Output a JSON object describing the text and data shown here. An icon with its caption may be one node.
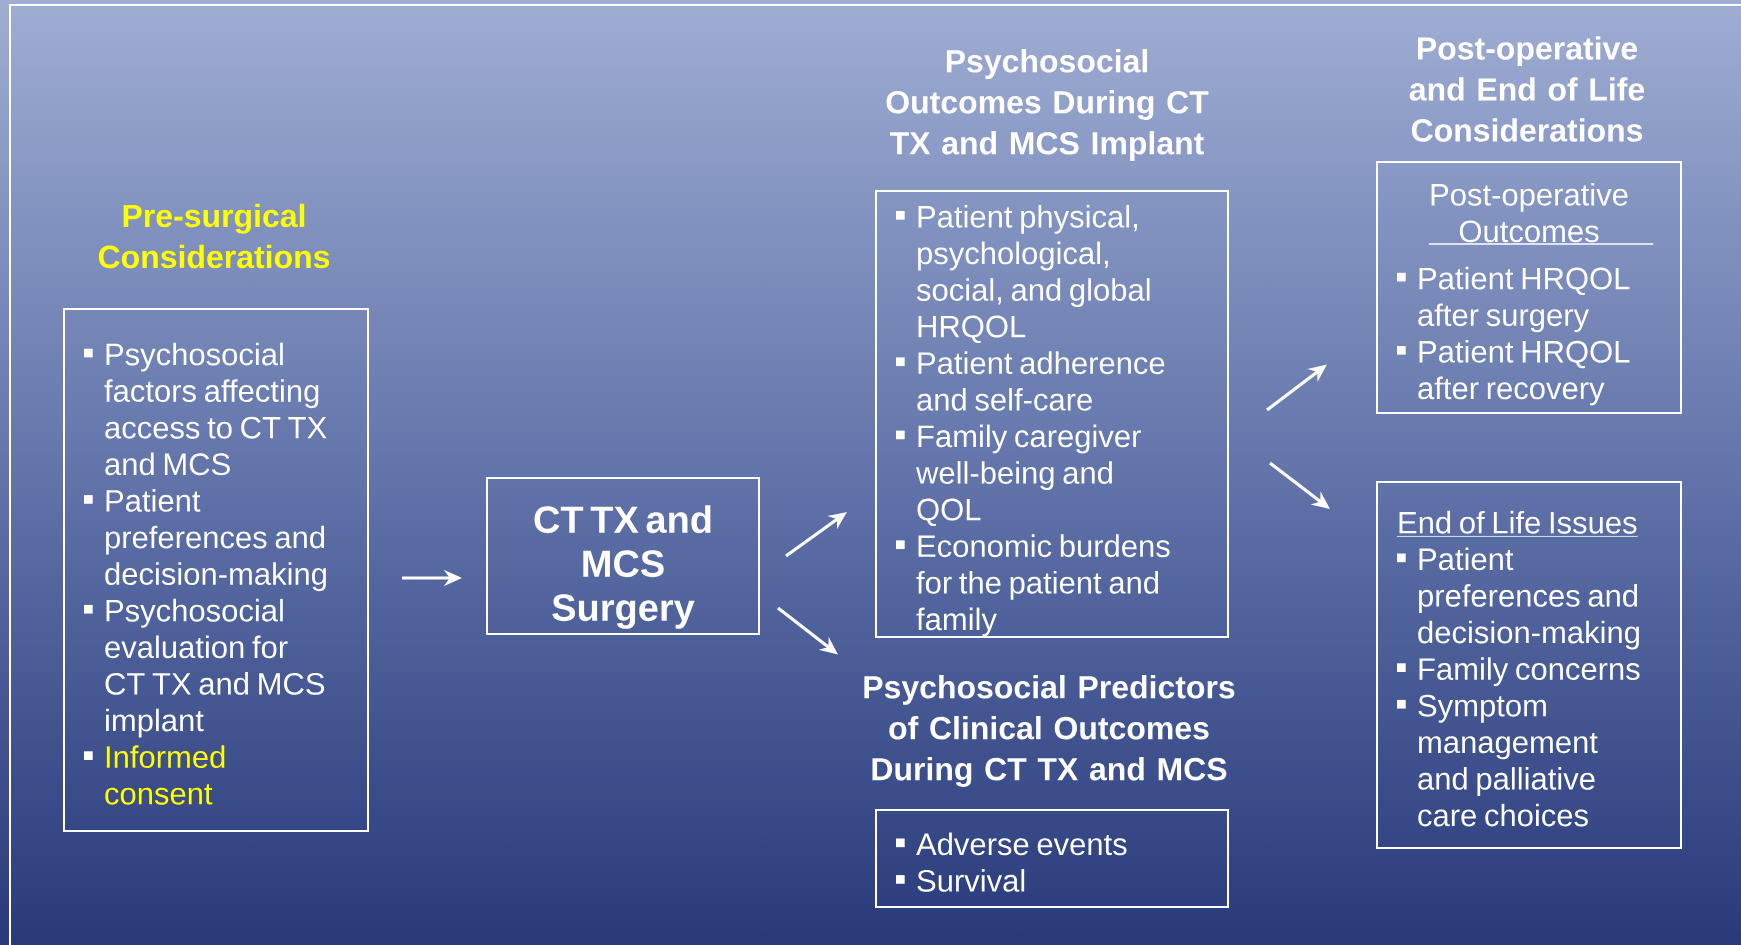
{
  "diagram": {
    "nodes": [
      {
        "text": [
          "Pre-surgical Considerations",
          "Psychosocial factors affecting access to CT TX and MCS",
          "Patient preferences and decision-making",
          "Psychosocial evaluation for CT TX and MCS implant",
          "Informed consent"
        ]
      },
      {
        "text": [
          "CT TX and MCS Surgery"
        ]
      },
      {
        "text": [
          "Psychosocial Outcomes During CT TX and MCS Implant",
          "Patient physical, psychological, social, and global HRQOL",
          "Patient adherence and self-care",
          "Family caregiver well-being and QOL",
          "Economic burdens for the patient and family"
        ]
      },
      {
        "text": [
          "Psychosocial Predictors of Clinical Outcomes During CT TX and MCS",
          "Adverse events",
          "Survival"
        ]
      },
      {
        "text": [
          "Post-operative Outcomes",
          "Patient HRQOL after surgery",
          "Patient HRQOL after recovery"
        ]
      },
      {
        "text": [
          "End of Life Issues",
          "Patient preferences and decision-making",
          "Family concerns",
          "Symptom management and palliative care choices"
        ]
      }
    ],
    "edges": [
      {
        "from": 0,
        "to": 1,
        "arrow": "to"
      },
      {
        "from": 1,
        "to": 2,
        "arrow": "to"
      },
      {
        "from": 1,
        "to": 3,
        "arrow": "to"
      },
      {
        "from": 2,
        "to": 4,
        "arrow": "to"
      },
      {
        "from": 2,
        "to": 5,
        "arrow": "to"
      }
    ],
    "labels": [
      "Post-operative and End of Life Considerations"
    ]
  }
}
